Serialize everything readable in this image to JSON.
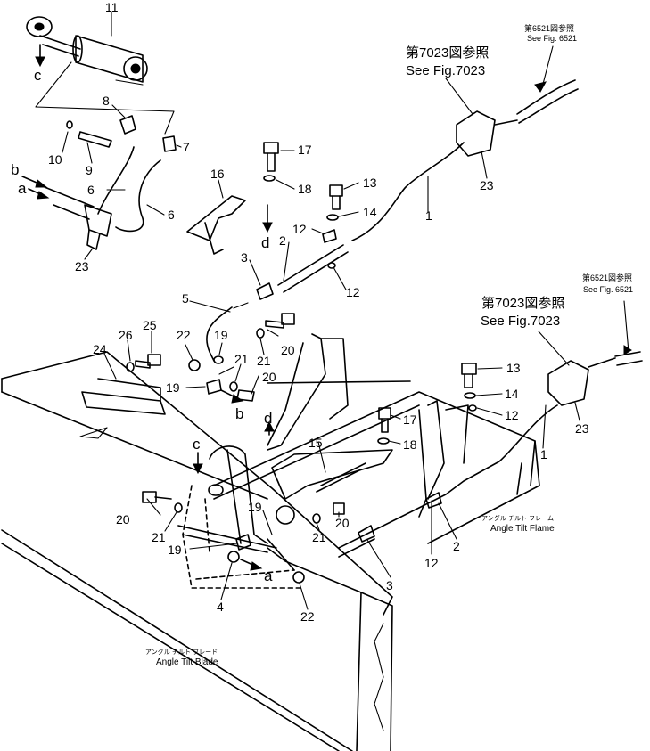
{
  "references": {
    "fig7023_jp": "第7023図参照",
    "fig7023_en": "See Fig.7023",
    "fig6521_jp": "第6521図参照",
    "fig6521_en": "See Fig. 6521"
  },
  "captions": {
    "frame_jp": "アングル チルト フレーム",
    "frame_en": "Angle Tilt Flame",
    "blade_jp": "アングル チルト ブレード",
    "blade_en": "Angle Tilt Blade"
  },
  "connectors": {
    "a": "a",
    "b": "b",
    "c": "c",
    "d": "d"
  },
  "part_numbers": {
    "p1": "1",
    "p2": "2",
    "p3": "3",
    "p4": "4",
    "p5": "5",
    "p6": "6",
    "p7": "7",
    "p8": "8",
    "p9": "9",
    "p10": "10",
    "p11": "11",
    "p12": "12",
    "p13": "13",
    "p14": "14",
    "p15": "15",
    "p16": "16",
    "p17": "17",
    "p18": "18",
    "p19": "19",
    "p20": "20",
    "p21": "21",
    "p22": "22",
    "p23": "23",
    "p24": "24",
    "p25": "25",
    "p26": "26"
  }
}
